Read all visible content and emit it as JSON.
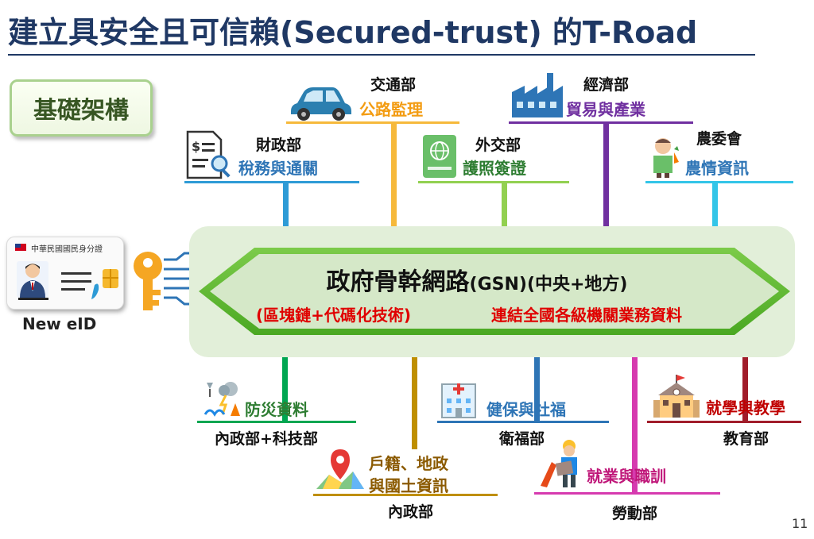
{
  "title": "建立具安全且可信賴(Secured-trust) 的T-Road",
  "foundation_label": "基礎架構",
  "eid": {
    "card_title": "中華民國國民身分證",
    "label": "New eID"
  },
  "gsn": {
    "title_main": "政府骨幹網路",
    "title_paren": "(GSN)(中央+地方)",
    "subtitle_left": "(區塊鏈+代碼化技術)",
    "subtitle_right": "連結全國各級機關業務資料"
  },
  "top_nodes": [
    {
      "ministry": "交通部",
      "service": "公路監理",
      "icon": "car-icon",
      "color": "#f6b93b"
    },
    {
      "ministry": "經濟部",
      "service": "貿易與產業",
      "icon": "factory-icon",
      "color": "#7030a0"
    },
    {
      "ministry": "財政部",
      "service": "稅務與通關",
      "icon": "tax-document-icon",
      "color": "#2e9bd6"
    },
    {
      "ministry": "外交部",
      "service": "護照簽證",
      "icon": "passport-icon",
      "color": "#92d050"
    },
    {
      "ministry": "農委會",
      "service": "農情資訊",
      "icon": "farmer-icon",
      "color": "#33c5e8"
    }
  ],
  "bottom_nodes": [
    {
      "ministry": "內政部+科技部",
      "service": "防災資料",
      "icon": "disaster-icon",
      "color": "#00a651"
    },
    {
      "ministry": "內政部",
      "service_line1": "戶籍、地政",
      "service_line2": "與國土資訊",
      "icon": "map-pin-icon",
      "color": "#bf8f00"
    },
    {
      "ministry": "衛福部",
      "service": "健保與社福",
      "icon": "hospital-icon",
      "color": "#2e75b6"
    },
    {
      "ministry": "勞動部",
      "service": "就業與職訓",
      "icon": "worker-icon",
      "color": "#d63aaf"
    },
    {
      "ministry": "教育部",
      "service": "就學與教學",
      "icon": "school-icon",
      "color": "#c00000"
    }
  ],
  "page_number": "11"
}
